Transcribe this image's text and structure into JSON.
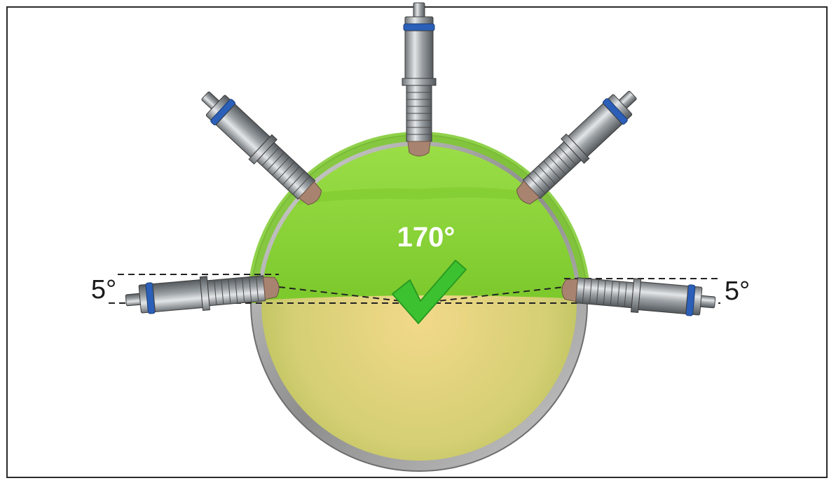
{
  "diagram": {
    "range_label": "170°",
    "left_tilt_label": "5°",
    "right_tilt_label": "5°",
    "check_icon": "checkmark-icon",
    "sensor_icon": "sensor-probe-icon",
    "sensor_count": 5,
    "colors": {
      "vessel_upper": "#8ed63a",
      "vessel_lower": "#d8d37c",
      "vessel_rim": "#9c9c9c",
      "check": "#3cc230",
      "sensor_band": "#2b5fb8",
      "sensor_tip": "#a88470"
    }
  }
}
